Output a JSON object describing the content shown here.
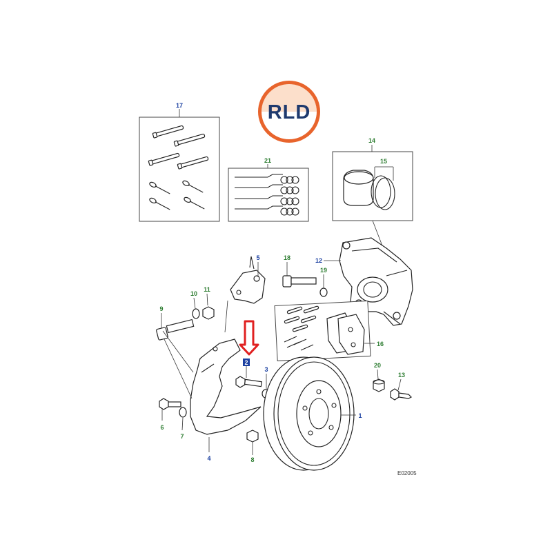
{
  "logo": {
    "text": "RLD",
    "ring_color": "#e8642c",
    "text_color": "#1f3a6e"
  },
  "diagram_code": "E02005",
  "colors": {
    "label_green": "#2e7d32",
    "label_blue": "#1a3fa0",
    "arrow_red": "#e02020",
    "highlight_box": "#1a3fa0"
  },
  "callouts": {
    "c1": "1",
    "c2": "2",
    "c3": "3",
    "c4": "4",
    "c5": "5",
    "c6": "6",
    "c7": "7",
    "c8": "8",
    "c9": "9",
    "c10": "10",
    "c11": "11",
    "c12": "12",
    "c13": "13",
    "c14": "14",
    "c15": "15",
    "c16": "16",
    "c17": "17",
    "c18": "18",
    "c19": "19",
    "c20": "20",
    "c21": "21"
  },
  "highlighted_part": "2"
}
